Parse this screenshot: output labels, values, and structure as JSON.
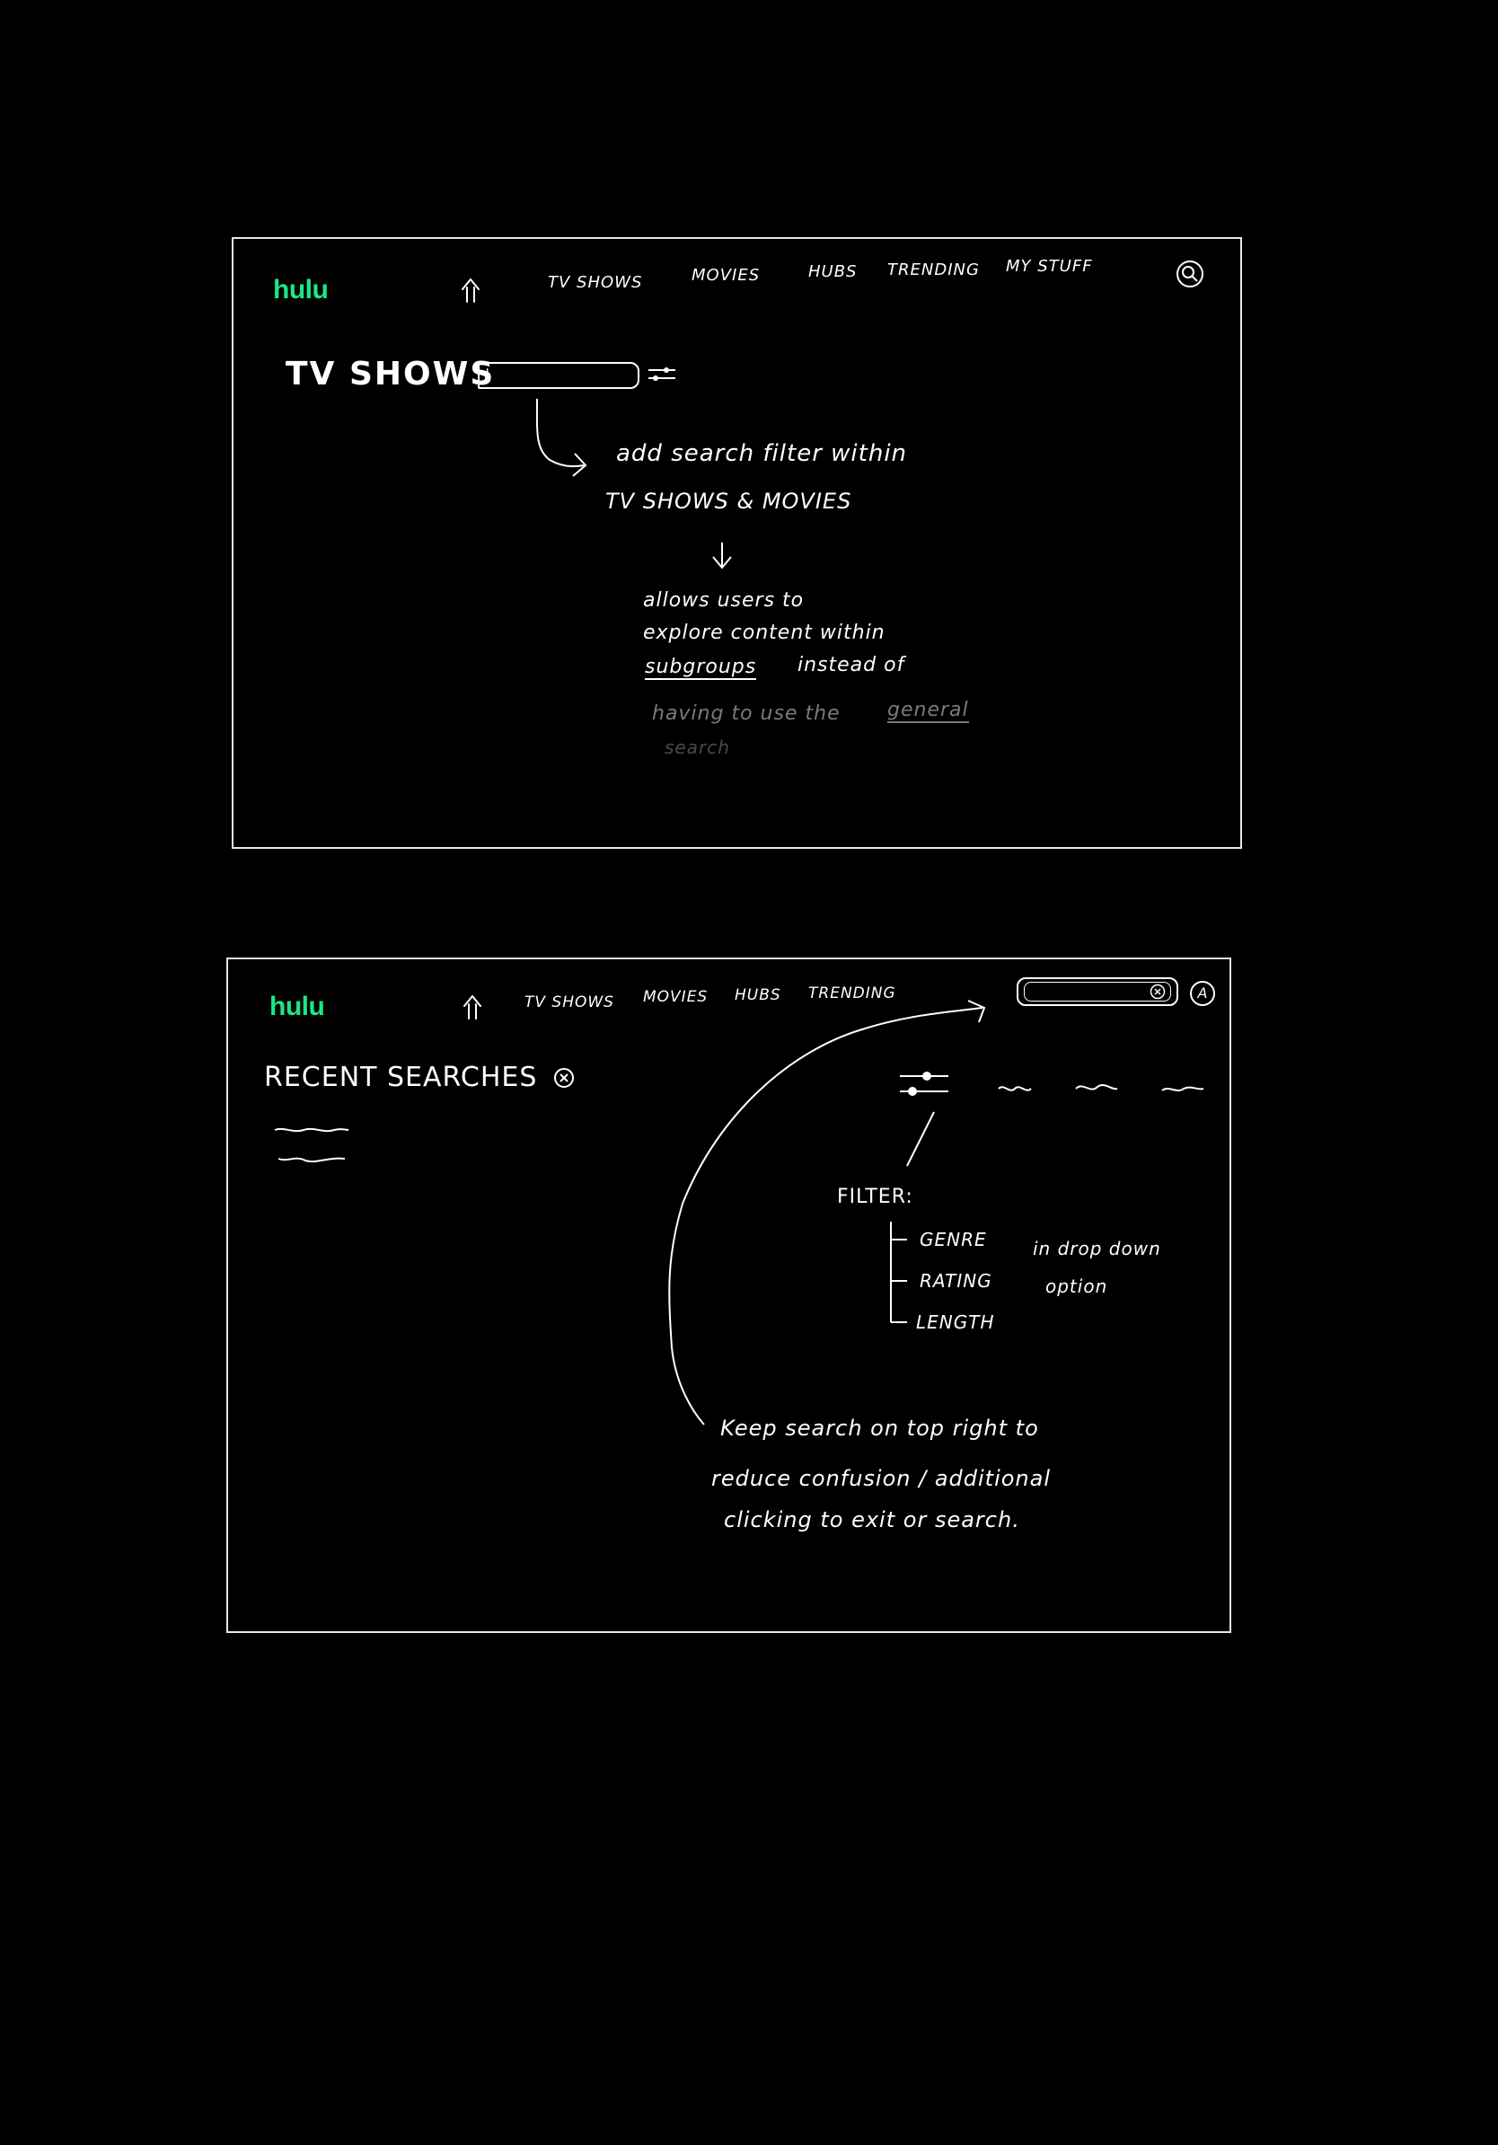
{
  "colors": {
    "background": "#000000",
    "ink": "#ffffff",
    "brand": "#1ce783",
    "faded_ink": "#7a7a7a",
    "very_faded_ink": "#4a4a4a"
  },
  "wireframe_1": {
    "logo": "hulu",
    "nav": {
      "home_icon": "home-arrow-icon",
      "items": [
        "TV SHOWS",
        "MOVIES",
        "HUBS",
        "TRENDING",
        "MY STUFF"
      ],
      "search_icon": "search-icon"
    },
    "page_title": "TV SHOWS",
    "search_box": {
      "value": "|"
    },
    "filter_icon": "filter-sliders-icon",
    "annotation_1": {
      "line1": "add search filter within",
      "line2": "TV SHOWS & MOVIES"
    },
    "annotation_2": {
      "line1": "allows users to",
      "line2": "explore content within",
      "line3_underlined": "subgroups",
      "line3_rest": "instead of",
      "line4_faded": "having to use the",
      "line4_underlined": "general",
      "line5_faded": "search"
    }
  },
  "wireframe_2": {
    "logo": "hulu",
    "nav": {
      "home_icon": "home-arrow-icon",
      "items": [
        "TV SHOWS",
        "MOVIES",
        "HUBS",
        "TRENDING"
      ],
      "clear_icon": "clear-x-icon",
      "avatar_label": "A"
    },
    "recent_searches": {
      "title": "RECENT SEARCHES",
      "clear_icon": "clear-x-icon"
    },
    "filter_callout": {
      "title": "FILTER:",
      "options": [
        "GENRE",
        "RATING",
        "LENGTH"
      ],
      "note_line1": "in drop down",
      "note_line2": "option"
    },
    "annotation": {
      "line1": "Keep search on top right to",
      "line2": "reduce confusion / additional",
      "line3": "clicking to exit or search."
    }
  }
}
